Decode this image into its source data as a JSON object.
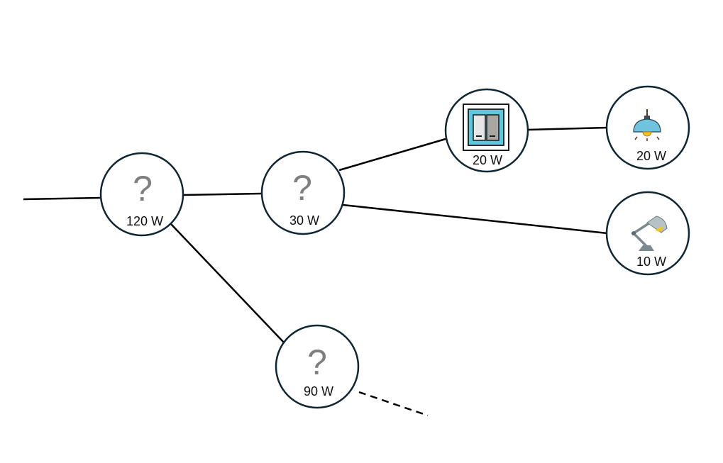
{
  "diagram": {
    "unknown_symbol": "?",
    "nodes": [
      {
        "id": "root",
        "kind": "unknown",
        "power": "120 W"
      },
      {
        "id": "mid",
        "kind": "unknown",
        "power": "30 W"
      },
      {
        "id": "lower",
        "kind": "unknown",
        "power": "90 W"
      },
      {
        "id": "switch",
        "kind": "device",
        "icon": "light-switch-icon",
        "power": "20 W"
      },
      {
        "id": "pendant",
        "kind": "device",
        "icon": "pendant-lamp-icon",
        "power": "20 W"
      },
      {
        "id": "desk",
        "kind": "device",
        "icon": "desk-lamp-icon",
        "power": "10 W"
      }
    ],
    "edges": [
      {
        "from": "input",
        "to": "root",
        "style": "solid"
      },
      {
        "from": "root",
        "to": "mid",
        "style": "solid"
      },
      {
        "from": "root",
        "to": "lower",
        "style": "solid"
      },
      {
        "from": "mid",
        "to": "switch",
        "style": "solid"
      },
      {
        "from": "mid",
        "to": "desk",
        "style": "solid"
      },
      {
        "from": "switch",
        "to": "pendant",
        "style": "solid"
      },
      {
        "from": "lower",
        "to": "continuation",
        "style": "dashed"
      }
    ],
    "colors": {
      "node_border": "#0f2633",
      "wire": "#000000",
      "unknown_mark": "#7f7f7f",
      "switch_blue": "#5bc8e0",
      "lamp_shade": "#6fc3de",
      "bulb_yellow": "#f7c31b",
      "desk_lamp_gray": "#7b8a90"
    }
  }
}
